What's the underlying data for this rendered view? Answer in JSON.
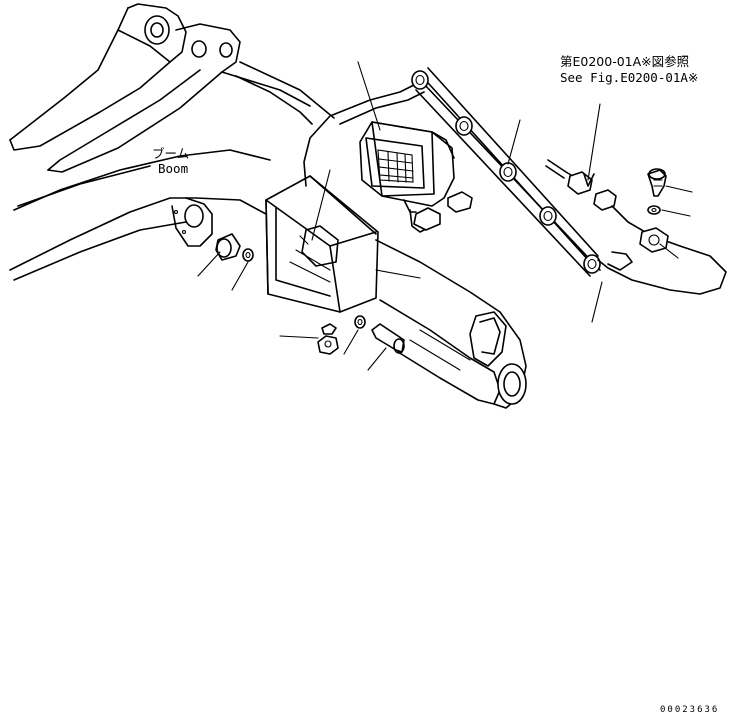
{
  "labels": {
    "boom_jp": "ブーム",
    "boom_en": "Boom",
    "ref_jp": "第E0200-01A※図参照",
    "ref_en": "See Fig.E0200-01A※"
  },
  "drawing_number": "00023636"
}
